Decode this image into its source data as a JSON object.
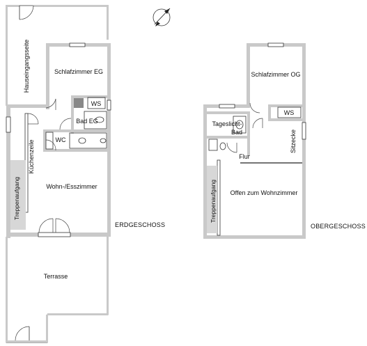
{
  "plan": {
    "ground_floor_caption": "ERDGESCHOSS",
    "upper_floor_caption": "OBERGESCHOSS",
    "ground_rooms": {
      "entrance_side": "Hauseingangsseite",
      "bedroom_eg": "Schlafzimmer EG",
      "ws_eg": "WS",
      "bath_eg": "Bad EG",
      "wc": "WC",
      "kitchen": "Küchenzeile",
      "living_dining": "Wohn-/Esszimmer",
      "stairs_eg": "Treppenaufgang",
      "terrace": "Terrasse"
    },
    "upper_rooms": {
      "bedroom_og": "Schlafzimmer OG",
      "ws_og": "WS",
      "daylight_bath_line1": "Tageslicht-",
      "daylight_bath_line2": "Bad",
      "hall": "Flur",
      "sitting_corner": "Sitzecke",
      "open_living": "Offen zum Wohnzimmer",
      "stairs_og": "Treppenaufgang"
    },
    "compass": {
      "icon": "compass-north-arrow-icon"
    }
  }
}
